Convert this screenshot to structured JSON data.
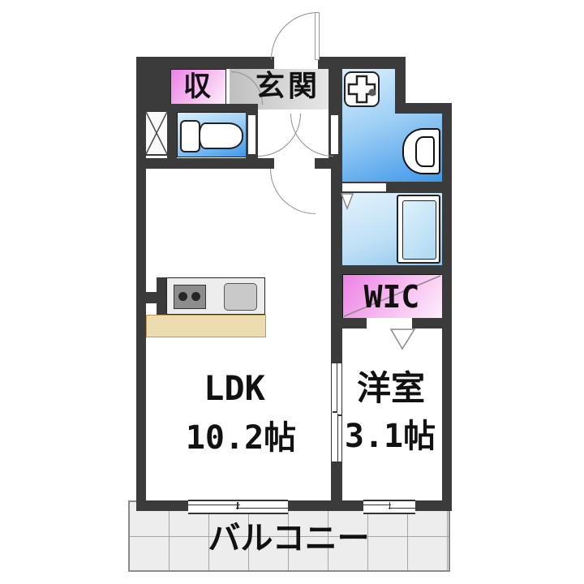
{
  "rooms": {
    "storage": {
      "label": "収"
    },
    "entrance": {
      "label": "玄関"
    },
    "wic": {
      "label": "WIC"
    },
    "ldk": {
      "label": "LDK",
      "size": "10.2帖"
    },
    "western_room": {
      "label": "洋室",
      "size": "3.1帖"
    },
    "balcony": {
      "label": "バルコニー"
    }
  },
  "colors": {
    "wall": "#3b3b3b",
    "water_room_blue_strong": "#3e97ea",
    "water_room_blue_light": "#d9eefd",
    "bathroom_blue": "#8fc4ee",
    "closet_pink_strong": "#ec82e5",
    "closet_pink_light": "#fdeffc",
    "entrance_gray": "#c9c9c9",
    "balcony_tile": "#ededed",
    "kitchen_counter_beige": "#eddcb0"
  },
  "icons": [
    "pipe-shaft-icon",
    "toilet-icon",
    "washing-machine-icon",
    "washbasin-icon",
    "bathtub-icon",
    "stove-icon",
    "sink-icon",
    "door-swing-arc",
    "sliding-window",
    "sliding-door",
    "folding-door-mark"
  ]
}
